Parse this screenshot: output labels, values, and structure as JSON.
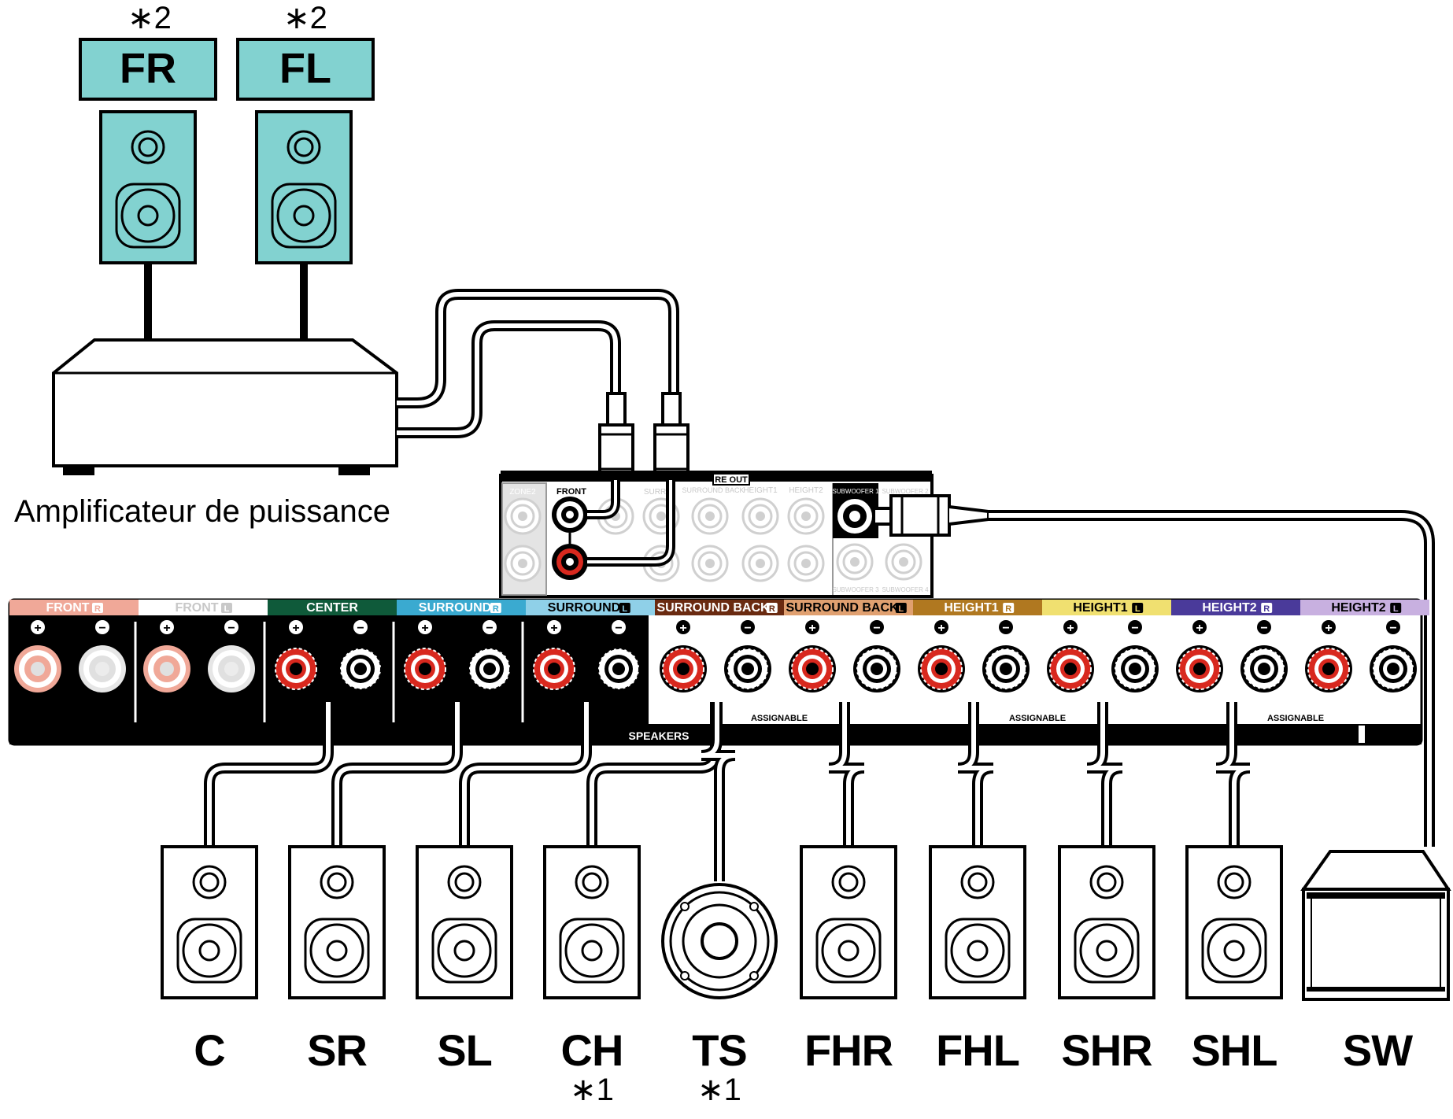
{
  "title_labels": {
    "amp": "Amplificateur de puissance"
  },
  "front_speakers": [
    {
      "label": "FR",
      "note": "∗2"
    },
    {
      "label": "FL",
      "note": "∗2"
    }
  ],
  "preout": {
    "header": "RE OUT",
    "zone2": "ZONE2",
    "front": "FRONT",
    "surround": "SURR",
    "surround_back": "SURROUND BACK",
    "height1": "HEIGHT1",
    "height2": "HEIGHT2",
    "subwoofer1": "SUBWOOFER 1",
    "subwoofer2": "SUBWOOFER 2",
    "subwoofer3": "SUBWOOFER 3",
    "subwoofer4": "SUBWOOFER 4"
  },
  "terminals": [
    {
      "label": "FRONT",
      "side": "R",
      "color": "#f0a898",
      "text_color": "#ffffff",
      "dim": true
    },
    {
      "label": "FRONT",
      "side": "L",
      "color": "#ffffff",
      "text_color": "#c8c8c8",
      "dim": true
    },
    {
      "label": "CENTER",
      "side": "",
      "color": "#0f5a3a",
      "text_color": "#ffffff",
      "dim": false
    },
    {
      "label": "SURROUND",
      "side": "R",
      "color": "#3aaad0",
      "text_color": "#ffffff",
      "dim": false
    },
    {
      "label": "SURROUND",
      "side": "L",
      "color": "#8fd0e8",
      "text_color": "#000000",
      "dim": false
    },
    {
      "label": "SURROUND BACK",
      "side": "R",
      "color": "#6a2a10",
      "text_color": "#ffffff",
      "dim": false
    },
    {
      "label": "SURROUND BACK",
      "side": "L",
      "color": "#e0a070",
      "text_color": "#000000",
      "dim": false
    },
    {
      "label": "HEIGHT1",
      "side": "R",
      "color": "#b07820",
      "text_color": "#ffffff",
      "dim": false
    },
    {
      "label": "HEIGHT1",
      "side": "L",
      "color": "#f0e070",
      "text_color": "#000000",
      "dim": false
    },
    {
      "label": "HEIGHT2",
      "side": "R",
      "color": "#4a3a9a",
      "text_color": "#ffffff",
      "dim": false
    },
    {
      "label": "HEIGHT2",
      "side": "L",
      "color": "#c8b0e0",
      "text_color": "#000000",
      "dim": false
    }
  ],
  "panel_text": {
    "speakers": "SPEAKERS",
    "assignable": "ASSIGNABLE"
  },
  "speakers": [
    {
      "label": "C",
      "note": ""
    },
    {
      "label": "SR",
      "note": ""
    },
    {
      "label": "SL",
      "note": ""
    },
    {
      "label": "CH",
      "note": "∗1"
    },
    {
      "label": "TS",
      "note": "∗1"
    },
    {
      "label": "FHR",
      "note": ""
    },
    {
      "label": "FHL",
      "note": ""
    },
    {
      "label": "SHR",
      "note": ""
    },
    {
      "label": "SHL",
      "note": ""
    },
    {
      "label": "SW",
      "note": ""
    }
  ],
  "colors": {
    "front_speaker": "#82d2d0",
    "terminal_plus": "#d8281e"
  }
}
